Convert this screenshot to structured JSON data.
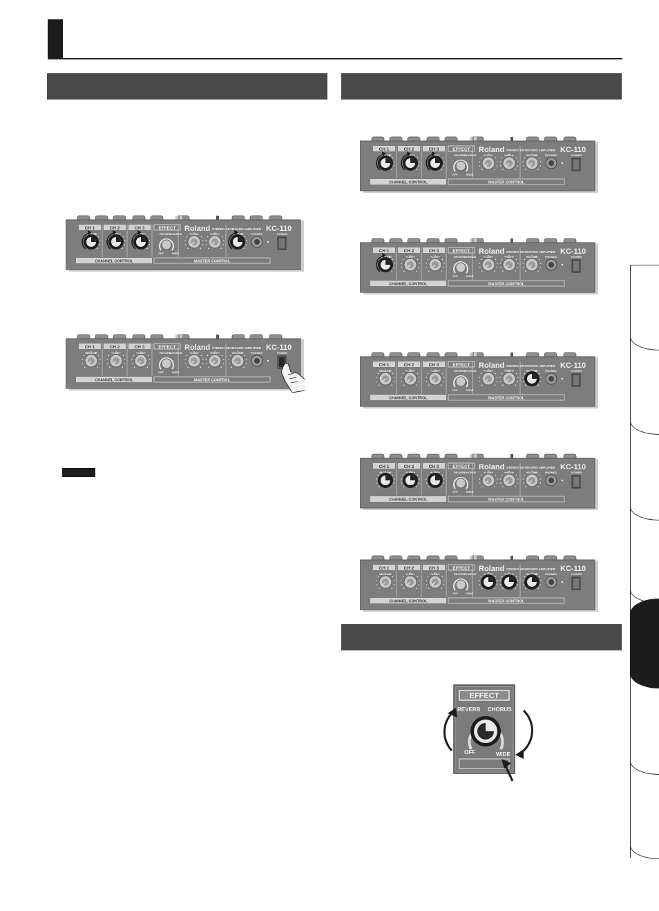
{
  "panel": {
    "ch1": "CH 1",
    "ch2": "CH 2",
    "ch3": "CH 3",
    "effect": "EFFECT",
    "brand": "Roland",
    "model_line": "STEREO KEYBOARD AMPLIFIER",
    "model": "KC-110",
    "ch1_knob": "MIC/LINE",
    "line": "LINE",
    "low": "LOW",
    "high": "HIGH",
    "volume": "VOLUME",
    "phones": "PHONES",
    "power": "POWER",
    "reverb": "REVERB",
    "chorus": "CHORUS",
    "off": "OFF",
    "wide": "WIDE",
    "channel_control": "CHANNEL CONTROL",
    "master_control": "MASTER CONTROL"
  },
  "effect_closeup": {
    "title": "EFFECT",
    "reverb": "REVERB",
    "chorus": "CHORUS",
    "off": "OFF",
    "wide": "WIDE"
  },
  "colors": {
    "header_bg": "#494949",
    "panel_bg": "#7d7d7d",
    "black": "#1d1d1d"
  }
}
